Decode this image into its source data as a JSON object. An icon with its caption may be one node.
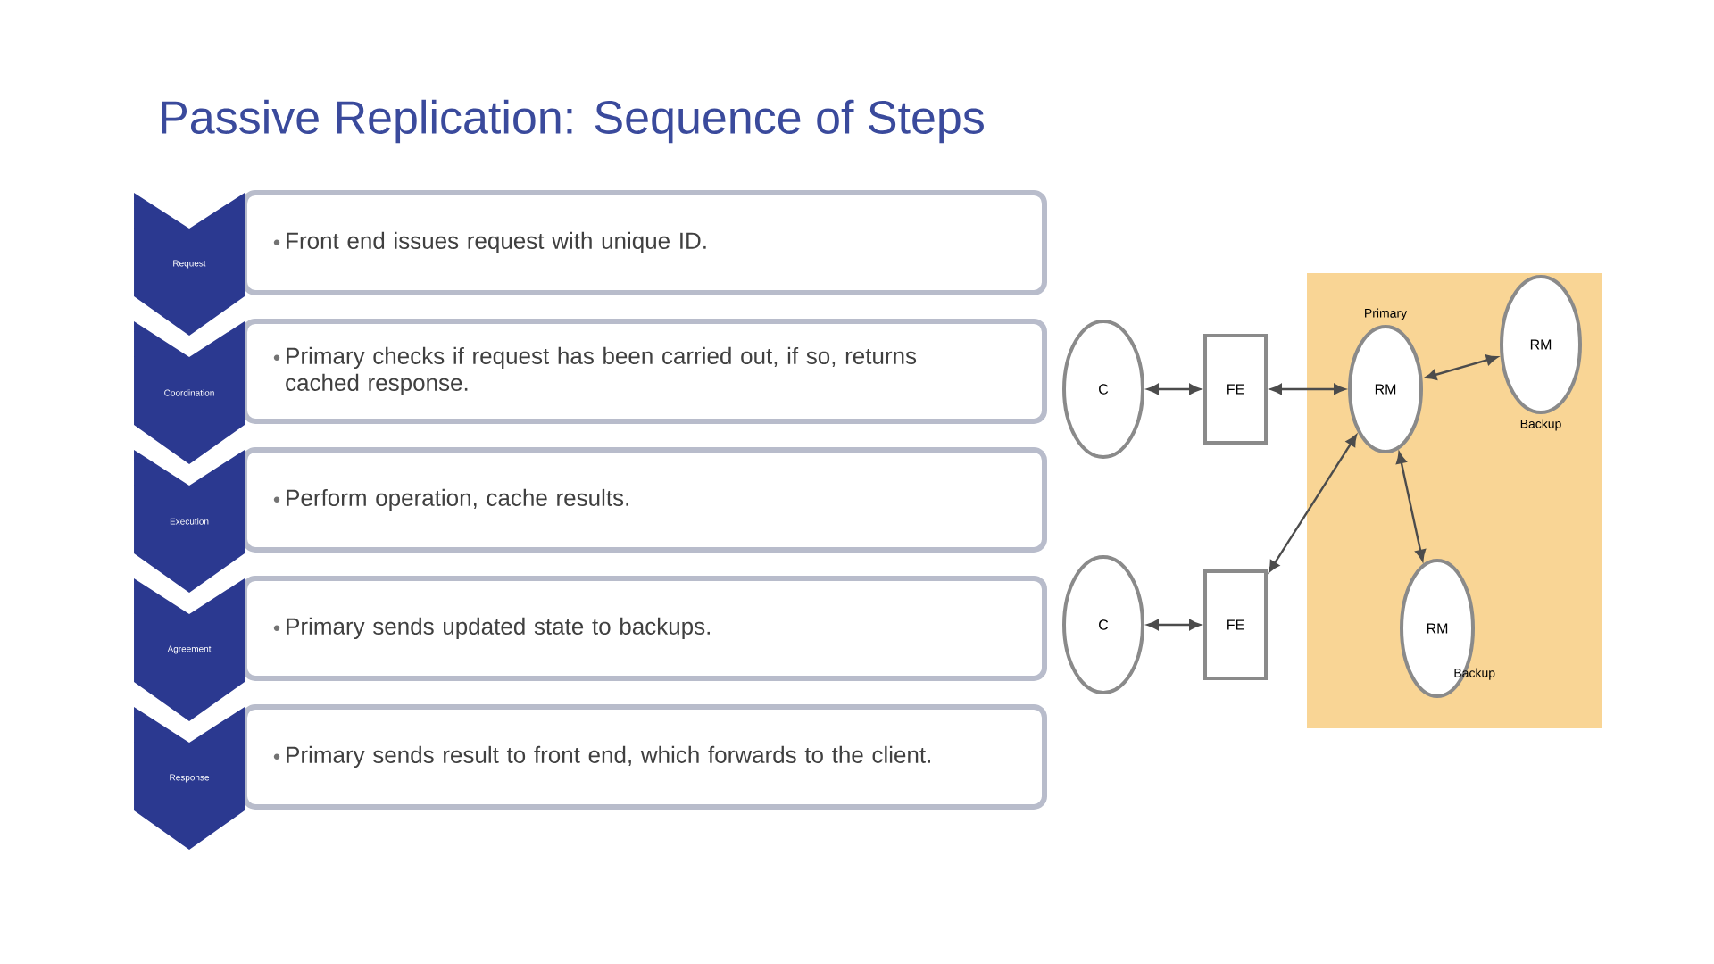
{
  "diagram": {
    "title": "Passive Replication: Sequence of Steps",
    "nodes": [
      {
        "text": [
          "Request"
        ]
      },
      {
        "text": [
          "Front end issues request with unique ID."
        ]
      },
      {
        "text": [
          "Coordination"
        ]
      },
      {
        "text": [
          "Primary checks if request has been carried out, if so, returns cached response."
        ]
      },
      {
        "text": [
          "Execution"
        ]
      },
      {
        "text": [
          "Perform operation, cache results."
        ]
      },
      {
        "text": [
          "Agreement"
        ]
      },
      {
        "text": [
          "Primary sends updated state to backups."
        ]
      },
      {
        "text": [
          "Response"
        ]
      },
      {
        "text": [
          "Primary sends result to front end, which forwards to the client."
        ]
      },
      {
        "text": [
          "C"
        ]
      },
      {
        "text": [
          "FE"
        ]
      },
      {
        "text": [],
        "shape": "box"
      },
      {
        "text": [
          "RM"
        ],
        "beside": [
          "Primary"
        ],
        "in": 12
      },
      {
        "text": [
          "RM"
        ],
        "beside": [
          "Backup"
        ],
        "in": 12
      },
      {
        "text": [
          "RM"
        ],
        "beside": [
          "Backup"
        ],
        "in": 12
      },
      {
        "text": [
          "C"
        ]
      },
      {
        "text": [
          "FE"
        ]
      }
    ],
    "edges": [
      {
        "from": 10,
        "to": 11,
        "arrow": "both"
      },
      {
        "from": 11,
        "to": 13,
        "arrow": "both"
      },
      {
        "from": 13,
        "to": 14,
        "arrow": "both"
      },
      {
        "from": 13,
        "to": 15,
        "arrow": "both"
      },
      {
        "from": 16,
        "to": 17,
        "arrow": "both"
      },
      {
        "from": 17,
        "to": 13,
        "arrow": "both"
      }
    ]
  }
}
